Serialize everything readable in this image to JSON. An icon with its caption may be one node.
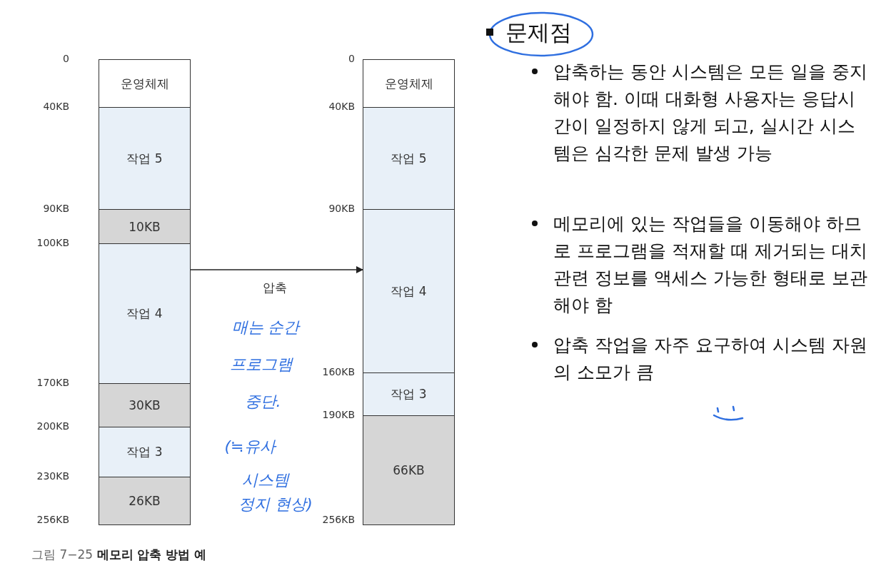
{
  "diagram": {
    "caption": "그림 7−25 **메모리 압축 방법 예**",
    "nodes": [
      {
        "text": [
          "운영체제"
        ]
      },
      {
        "text": [
          "작업 5"
        ]
      },
      {
        "text": [
          "10KB"
        ]
      },
      {
        "text": [
          "작업 4"
        ]
      },
      {
        "text": [
          "30KB"
        ]
      },
      {
        "text": [
          "작업 3"
        ]
      },
      {
        "text": [
          "26KB"
        ]
      },
      {
        "text": [
          "운영체제"
        ]
      },
      {
        "text": [
          "작업 5"
        ]
      },
      {
        "text": [
          "작업 4"
        ]
      },
      {
        "text": [
          "작업 3"
        ]
      },
      {
        "text": [
          "66KB"
        ]
      }
    ],
    "edges": [
      {
        "from": 3,
        "to": 9,
        "arrow": "to",
        "label": "압축"
      }
    ],
    "labels": [
      "0",
      "40KB",
      "90KB",
      "100KB",
      "170KB",
      "200KB",
      "230KB",
      "256KB",
      "0",
      "40KB",
      "90KB",
      "160KB",
      "190KB",
      "256KB",
      "매는 순간",
      "프로그램",
      "중단.",
      "(≒유사",
      "시스템",
      "정지 현상)",
      "문제점",
      "압축하는 동안 시스템은 모든 일을 중지해야 함. 이때 대화형 사용자는 응답시간이 일정하지 않게 되고, 실시간 시스템은 심각한 문제 발생 가능",
      "메모리에 있는 작업들을 이동해야 하므로 프로그램을 적재할 때 제거되는 대치 관련 정보를 액세스 가능한 형태로 보관해야 함",
      "압축 작업을 자주 요구하여 시스템 자원의 소모가 큼"
    ]
  }
}
